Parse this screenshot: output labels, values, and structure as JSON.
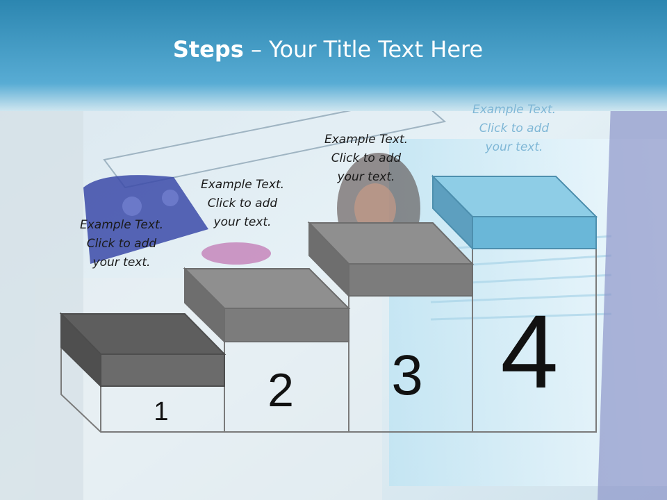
{
  "title": {
    "bold": "Steps",
    "rest": " – Your Title Text Here"
  },
  "steps": [
    {
      "number": "1",
      "caption": [
        "Example Text.",
        "Click  to add",
        "your text."
      ]
    },
    {
      "number": "2",
      "caption": [
        "Example Text.",
        "Click  to add",
        "your text."
      ]
    },
    {
      "number": "3",
      "caption": [
        "Example Text.",
        "Click  to add",
        "your text."
      ]
    },
    {
      "number": "4",
      "caption": [
        "Example Text.",
        "Click  to add",
        "your text."
      ]
    }
  ],
  "colors": {
    "header_top": "#2f8cb5",
    "header_bottom": "#5aaed6",
    "gray_block_top": "#8f8f8f",
    "gray_block_front": "#7a7a7a",
    "dark_block_top": "#5c5c5c",
    "highlight_block_top": "#8ecde6",
    "highlight_block_front": "#6ab7d8"
  }
}
